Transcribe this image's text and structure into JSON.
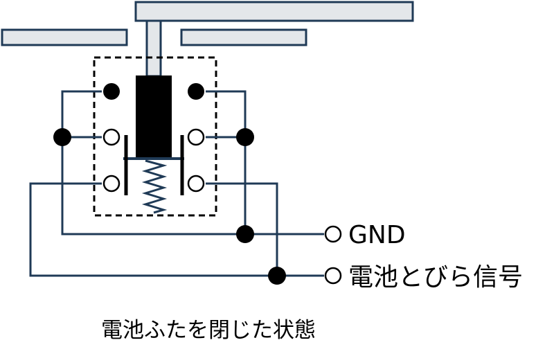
{
  "labels": {
    "gnd": "GND",
    "signal": "電池とびら信号",
    "caption": "電池ふたを閉じた状態"
  },
  "colors": {
    "wire": "#1f3a56",
    "plate_fill": "#e4e7ea",
    "ink": "#000000",
    "spring": "#1f3a56"
  }
}
